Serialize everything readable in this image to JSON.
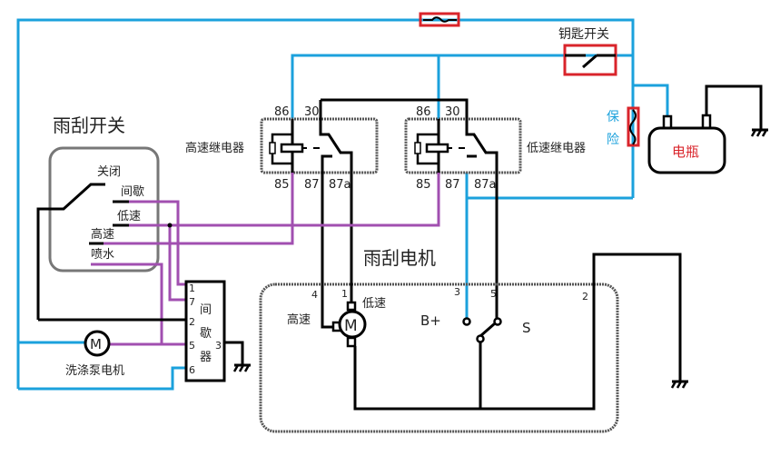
{
  "diagram": {
    "title": "雨刮系统电路图",
    "wiper_switch": {
      "title": "雨刮开关",
      "positions": [
        "关闭",
        "间歇",
        "低速",
        "高速",
        "喷水"
      ]
    },
    "high_relay": {
      "label": "高速继电器",
      "pins": {
        "p86": "86",
        "p30": "30",
        "p85": "85",
        "p87": "87",
        "p87a": "87a"
      }
    },
    "low_relay": {
      "label": "低速继电器",
      "pins": {
        "p86": "86",
        "p30": "30",
        "p85": "85",
        "p87": "87",
        "p87a": "87a"
      }
    },
    "key_switch": {
      "label": "钥匙开关"
    },
    "fuse": {
      "label_line1": "保",
      "label_line2": "险"
    },
    "battery": {
      "label": "电瓶"
    },
    "intermittent": {
      "label_chars": [
        "间",
        "歇",
        "器"
      ],
      "pins": [
        "1",
        "7",
        "2",
        "5",
        "6",
        "3"
      ]
    },
    "washer_motor": {
      "symbol": "M",
      "label": "洗涤泵电机"
    },
    "wiper_motor": {
      "title": "雨刮电机",
      "motor_symbol": "M",
      "high_label": "高速",
      "low_label": "低速",
      "bplus_label": "B+",
      "s_label": "S",
      "pins": {
        "p4": "4",
        "p1": "1",
        "p3": "3",
        "p5": "5",
        "p2": "2"
      }
    },
    "colors": {
      "power_wire": "#1ba1dc",
      "ground_wire": "#000000",
      "signal_wire": "#a14fb0",
      "protection_box": "#d9242b"
    }
  }
}
